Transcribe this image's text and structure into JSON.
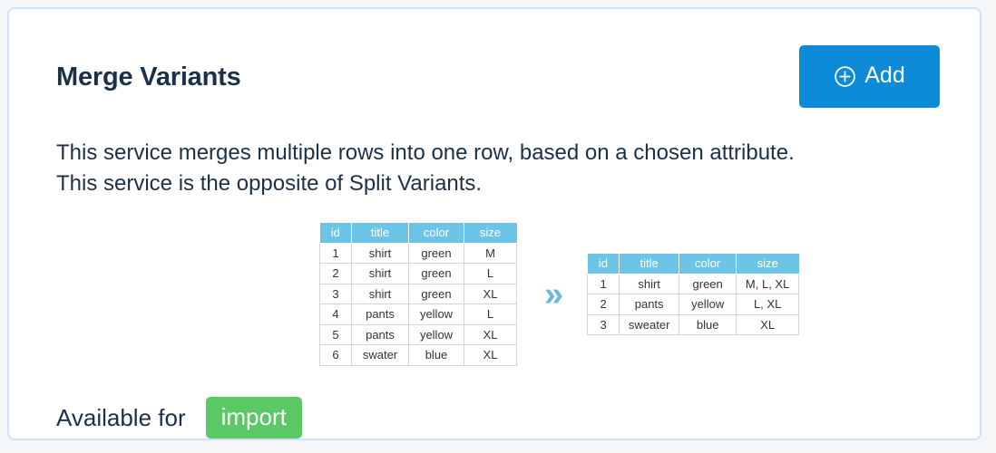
{
  "card": {
    "title": "Merge Variants",
    "description_lines": [
      "This service merges multiple rows into one row, based on a chosen attribute.",
      "This service is the opposite of Split Variants."
    ],
    "add_button": {
      "label": "Add",
      "icon": "plus-circle-icon",
      "color": "#0d8bd9"
    },
    "available": {
      "label": "Available for",
      "badges": [
        {
          "text": "import",
          "color": "#5ac864"
        }
      ]
    },
    "diagram": {
      "arrow_icon": "double-chevron-right-icon",
      "arrow_color": "#6cb8de",
      "header_color": "#6cc5e7",
      "input_table": {
        "columns": [
          "id",
          "title",
          "color",
          "size"
        ],
        "rows": [
          [
            "1",
            "shirt",
            "green",
            "M"
          ],
          [
            "2",
            "shirt",
            "green",
            "L"
          ],
          [
            "3",
            "shirt",
            "green",
            "XL"
          ],
          [
            "4",
            "pants",
            "yellow",
            "L"
          ],
          [
            "5",
            "pants",
            "yellow",
            "XL"
          ],
          [
            "6",
            "swater",
            "blue",
            "XL"
          ]
        ]
      },
      "output_table": {
        "columns": [
          "id",
          "title",
          "color",
          "size"
        ],
        "rows": [
          [
            "1",
            "shirt",
            "green",
            "M, L, XL"
          ],
          [
            "2",
            "pants",
            "yellow",
            "L, XL"
          ],
          [
            "3",
            "sweater",
            "blue",
            "XL"
          ]
        ]
      }
    }
  }
}
